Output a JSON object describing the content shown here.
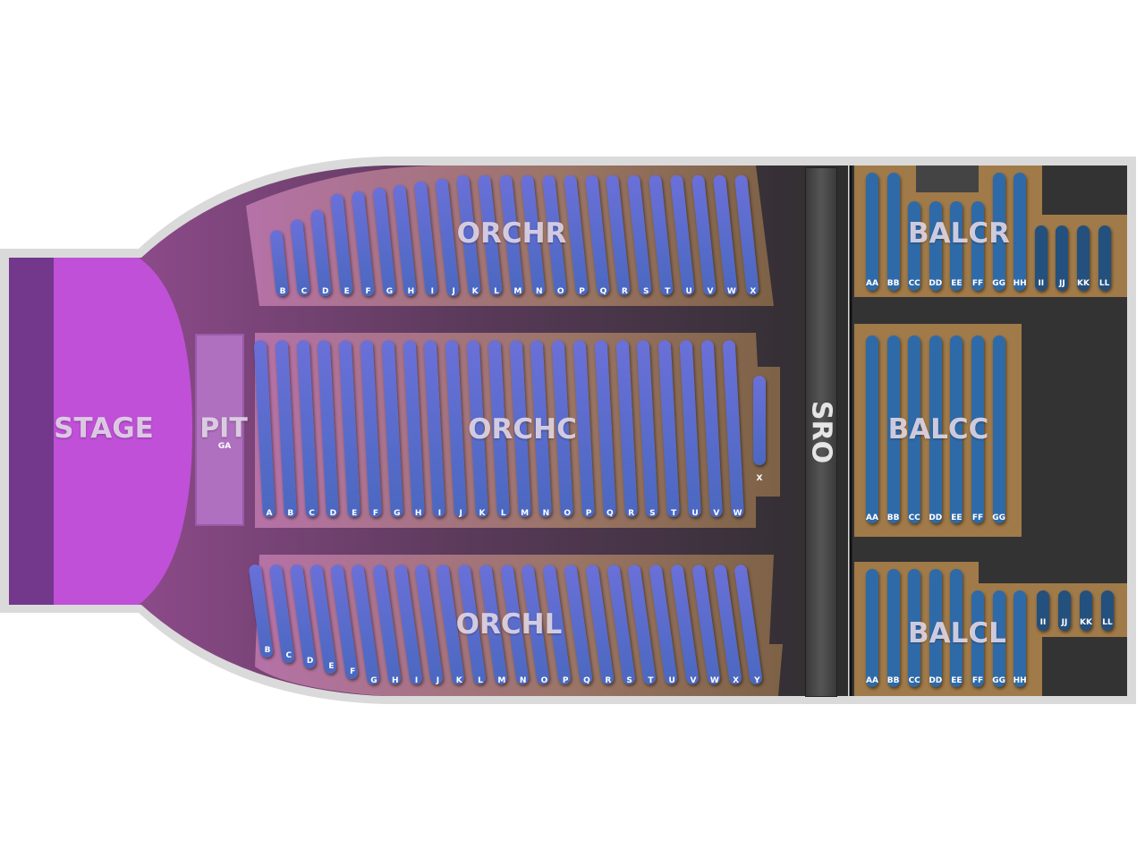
{
  "stage": {
    "label": "STAGE"
  },
  "pit": {
    "label": "PIT",
    "sublabel": "GA"
  },
  "sro": {
    "label": "SRO"
  },
  "colors": {
    "stage": "#c050d8",
    "seat_bar": "#3a6fb0",
    "floor_wood": "#a07a48",
    "venue_dark": "#303030",
    "outline": "#d9d9d9"
  },
  "sections": [
    {
      "id": "orchr",
      "label": "ORCHR",
      "rows": [
        "B",
        "C",
        "D",
        "E",
        "F",
        "G",
        "H",
        "I",
        "J",
        "K",
        "L",
        "M",
        "N",
        "O",
        "P",
        "Q",
        "R",
        "S",
        "T",
        "U",
        "V",
        "W",
        "X"
      ]
    },
    {
      "id": "orchc",
      "label": "ORCHC",
      "rows": [
        "A",
        "B",
        "C",
        "D",
        "E",
        "F",
        "G",
        "H",
        "I",
        "J",
        "K",
        "L",
        "M",
        "N",
        "O",
        "P",
        "Q",
        "R",
        "S",
        "T",
        "U",
        "V",
        "W",
        "X"
      ]
    },
    {
      "id": "orchl",
      "label": "ORCHL",
      "rows": [
        "B",
        "C",
        "D",
        "E",
        "F",
        "G",
        "H",
        "I",
        "J",
        "K",
        "L",
        "M",
        "N",
        "O",
        "P",
        "Q",
        "R",
        "S",
        "T",
        "U",
        "V",
        "W",
        "X",
        "Y"
      ]
    },
    {
      "id": "balcr",
      "label": "BALCR",
      "rows": [
        "AA",
        "BB",
        "CC",
        "DD",
        "EE",
        "FF",
        "GG",
        "HH",
        "II",
        "JJ",
        "KK",
        "LL"
      ]
    },
    {
      "id": "balcc",
      "label": "BALCC",
      "rows": [
        "AA",
        "BB",
        "CC",
        "DD",
        "EE",
        "FF",
        "GG"
      ]
    },
    {
      "id": "balcl",
      "label": "BALCL",
      "rows": [
        "AA",
        "BB",
        "CC",
        "DD",
        "EE",
        "FF",
        "GG",
        "HH",
        "II",
        "JJ",
        "KK",
        "LL"
      ]
    }
  ]
}
